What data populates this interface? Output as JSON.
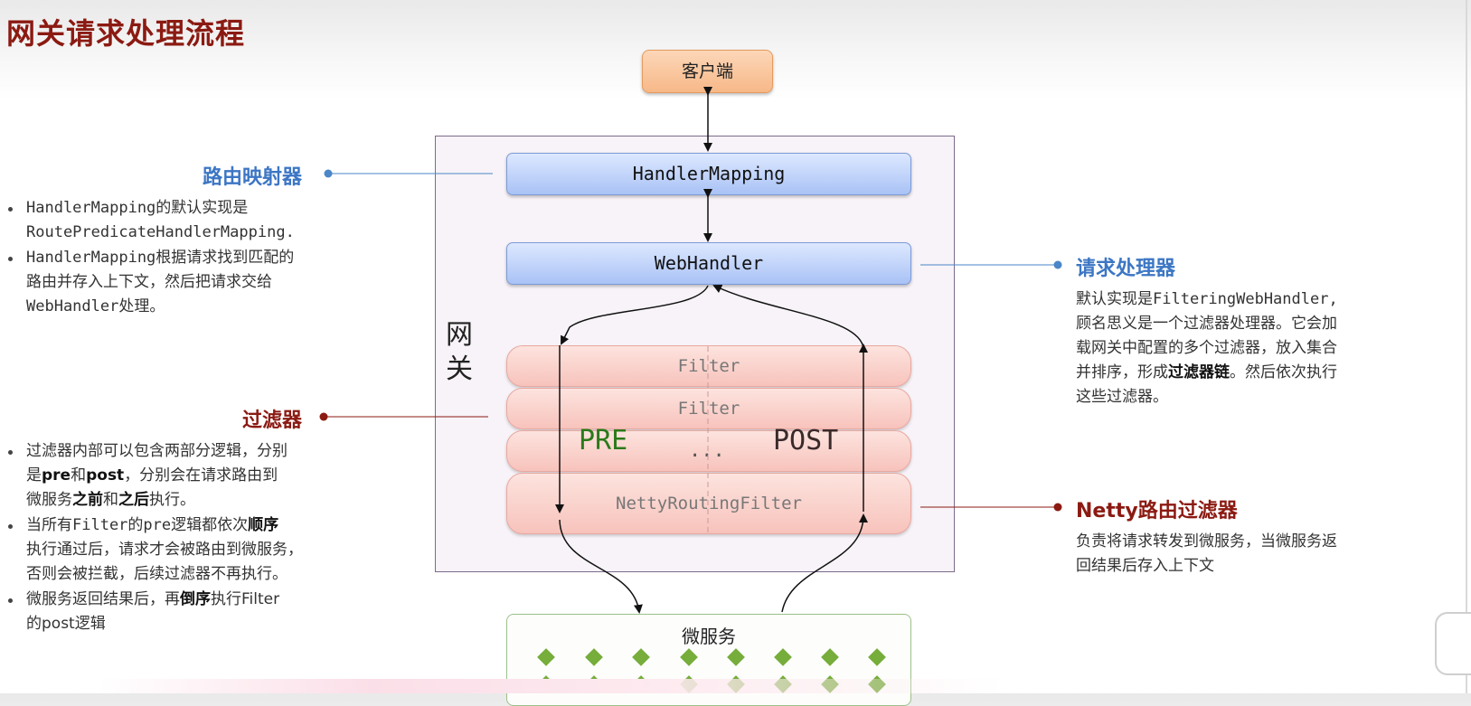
{
  "title": "网关请求处理流程",
  "client": "客户端",
  "gateway_label": [
    "网",
    "关"
  ],
  "handler_mapping": "HandlerMapping",
  "web_handler": "WebHandler",
  "filters": [
    "Filter",
    "Filter",
    "...",
    "NettyRoutingFilter"
  ],
  "pre_label": "PRE",
  "post_label": "POST",
  "microservice": "微服务",
  "callouts": {
    "route_mapper": "路由映射器",
    "request_handler": "请求处理器",
    "filter": "过滤器",
    "netty_filter": "Netty路由过滤器"
  },
  "colors": {
    "title": "#8b1a12",
    "blue_callout": "#3c76c4",
    "red_callout": "#8b1a12"
  },
  "route_mapper_notes": {
    "line1a": "HandlerMapping",
    "line1b": "的默认实现是",
    "line1c": "RoutePredicateHandlerMapping.",
    "line2a": "HandlerMapping",
    "line2b": "根据请求找到匹配的",
    "line2c": "路由并存入上下文，然后把请求交给",
    "line2d": "WebHandler",
    "line2e": "处理。"
  },
  "request_handler_notes": {
    "l1a": "默认实现是",
    "l1b": "FilteringWebHandler,",
    "l2": "顾名思义是一个过滤器处理器。它会加",
    "l3": "载网关中配置的多个过滤器，放入集合",
    "l4a": "并排序，形成",
    "l4b": "过滤器链",
    "l4c": "。然后依次执行",
    "l5": "这些过滤器。"
  },
  "filter_notes": {
    "a1": "过滤器内部可以包含两部分逻辑，分别",
    "a2a": "是",
    "a2b": "pre",
    "a2c": "和",
    "a2d": "post",
    "a2e": "，分别会在请求路由到",
    "a3a": "微服务",
    "a3b": "之前",
    "a3c": "和",
    "a3d": "之后",
    "a3e": "执行。",
    "b1a": "当所有",
    "b1b": "Filter",
    "b1c": "的",
    "b1d": "pre",
    "b1e": "逻辑都依次",
    "b1f": "顺序",
    "b2": "执行通过后，请求才会被路由到微服务，",
    "b3": "否则会被拦截，后续过滤器不再执行。",
    "c1a": "微服务返回结果后，再",
    "c1b": "倒序",
    "c1c": "执行Filter",
    "c2": "的post逻辑"
  },
  "netty_notes": {
    "l1": "负责将请求转发到微服务，当微服务返",
    "l2": "回结果后存入上下文"
  }
}
